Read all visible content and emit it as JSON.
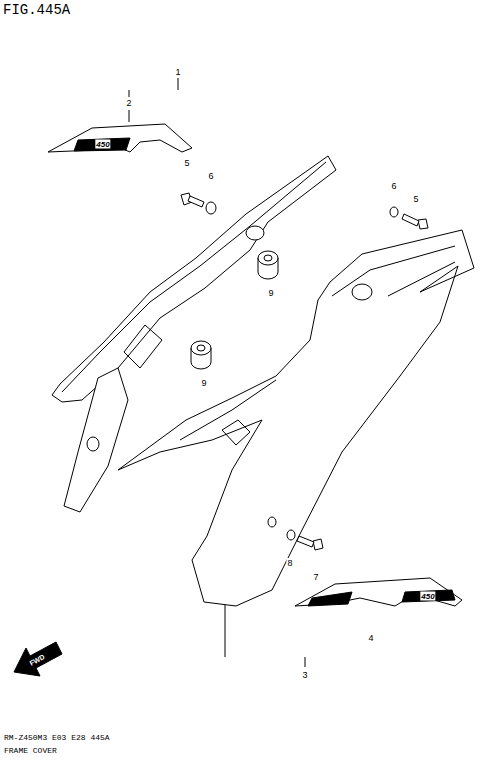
{
  "diagram": {
    "title": "FIG.445A",
    "labels": [
      "1",
      "2",
      "5",
      "6",
      "6",
      "5",
      "9",
      "9",
      "8",
      "7",
      "4",
      "3",
      "450",
      "450",
      "FWD",
      "RM-Z450M3 E03 E28 445A",
      "FRAME COVER"
    ]
  }
}
